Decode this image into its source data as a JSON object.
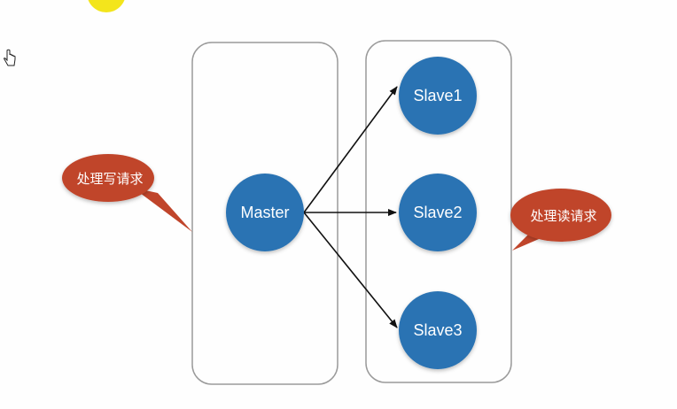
{
  "nodes": {
    "master": "Master",
    "slave1": "Slave1",
    "slave2": "Slave2",
    "slave3": "Slave3"
  },
  "callouts": {
    "write": "处理写请求",
    "read": "处理读请求"
  },
  "colors": {
    "node_fill": "#2a73b3",
    "callout_fill": "#c0452b",
    "container_stroke": "#9a9a9a",
    "arrow": "#111111",
    "cursor_dot": "#f3e51c"
  },
  "icons": {
    "cursor": "hand-pointer-icon"
  }
}
